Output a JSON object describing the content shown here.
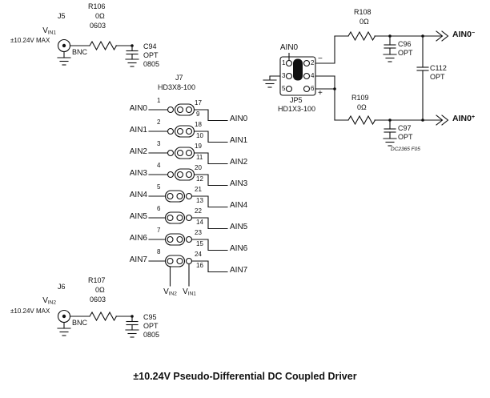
{
  "title": "±10.24V Pseudo-Differential DC Coupled Driver",
  "footnote": "DC2365 F05",
  "connectors": {
    "j5": {
      "ref": "J5",
      "net_base": "V",
      "net_sub": "IN1",
      "rating": "±10.24V MAX",
      "type": "BNC"
    },
    "j6": {
      "ref": "J6",
      "net_base": "V",
      "net_sub": "IN2",
      "rating": "±10.24V MAX",
      "type": "BNC"
    }
  },
  "resistors": {
    "r106": {
      "ref": "R106",
      "value": "0Ω",
      "footprint": "0603"
    },
    "r107": {
      "ref": "R107",
      "value": "0Ω",
      "footprint": "0603"
    },
    "r108": {
      "ref": "R108",
      "value": "0Ω"
    },
    "r109": {
      "ref": "R109",
      "value": "0Ω"
    }
  },
  "capacitors": {
    "c94": {
      "ref": "C94",
      "value": "OPT",
      "footprint": "0805"
    },
    "c95": {
      "ref": "C95",
      "value": "OPT",
      "footprint": "0805"
    },
    "c96": {
      "ref": "C96",
      "value": "OPT"
    },
    "c97": {
      "ref": "C97",
      "value": "OPT"
    },
    "c112": {
      "ref": "C112",
      "value": "OPT"
    }
  },
  "j7": {
    "ref": "J7",
    "part": "HD3X8-100",
    "bus_left": {
      "base": "V",
      "sub": "IN2"
    },
    "bus_right": {
      "base": "V",
      "sub": "IN1"
    },
    "rows": [
      {
        "left_label": "AIN0",
        "left_pin": "1",
        "pin_top": "17",
        "pin_bottom": "9",
        "right_label": "AIN0"
      },
      {
        "left_label": "AIN1",
        "left_pin": "2",
        "pin_top": "18",
        "pin_bottom": "10",
        "right_label": "AIN1"
      },
      {
        "left_label": "AIN2",
        "left_pin": "3",
        "pin_top": "19",
        "pin_bottom": "11",
        "right_label": "AIN2"
      },
      {
        "left_label": "AIN3",
        "left_pin": "4",
        "pin_top": "20",
        "pin_bottom": "12",
        "right_label": "AIN3"
      },
      {
        "left_label": "AIN4",
        "left_pin": "5",
        "pin_top": "21",
        "pin_bottom": "13",
        "right_label": "AIN4"
      },
      {
        "left_label": "AIN5",
        "left_pin": "6",
        "pin_top": "22",
        "pin_bottom": "14",
        "right_label": "AIN5"
      },
      {
        "left_label": "AIN6",
        "left_pin": "7",
        "pin_top": "23",
        "pin_bottom": "15",
        "right_label": "AIN6"
      },
      {
        "left_label": "AIN7",
        "left_pin": "8",
        "pin_top": "24",
        "pin_bottom": "16",
        "right_label": "AIN7"
      }
    ]
  },
  "jp5": {
    "ref": "JP5",
    "part": "HD1X3-100",
    "top_label": "AIN0",
    "pins": [
      "1",
      "2",
      "3",
      "4",
      "5",
      "6"
    ],
    "minus": "−",
    "plus": "+"
  },
  "outputs": {
    "minus": {
      "base": "AIN0",
      "sign": "−"
    },
    "plus": {
      "base": "AIN0",
      "sign": "+"
    }
  }
}
